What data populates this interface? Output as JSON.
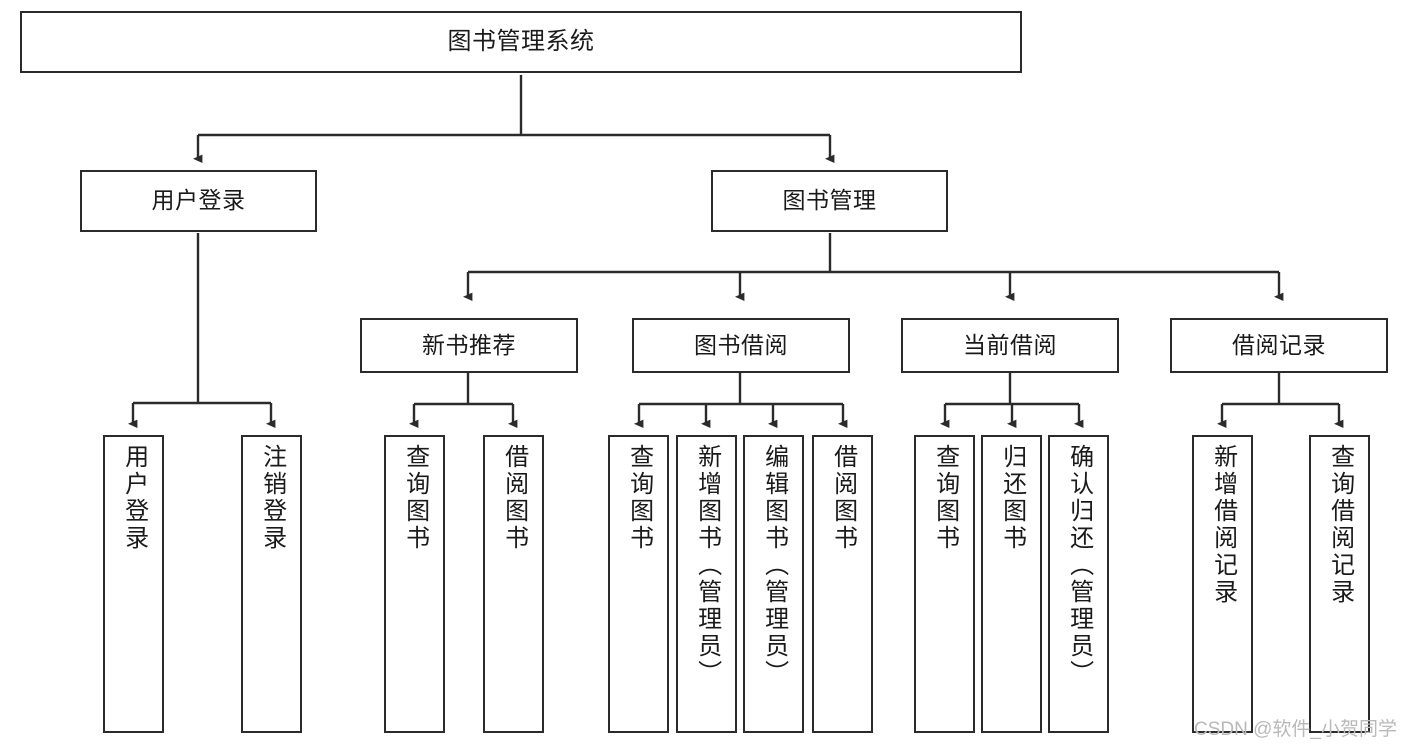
{
  "diagram": {
    "title": "图书管理系统",
    "type": "tree-hierarchy-chart",
    "colors": {
      "node_border": "#2b2b2b",
      "node_fill": "#ffffff",
      "edge": "#2b2b2b",
      "text": "#1a1a1a",
      "watermark": "#b9b9b9",
      "background": "#ffffff"
    },
    "root": {
      "label": "图书管理系统"
    },
    "level2": [
      {
        "label": "用户登录"
      },
      {
        "label": "图书管理"
      }
    ],
    "level3": [
      {
        "label": "新书推荐"
      },
      {
        "label": "图书借阅"
      },
      {
        "label": "当前借阅"
      },
      {
        "label": "借阅记录"
      }
    ],
    "leaves": {
      "user_login": [
        {
          "label": "用户登录"
        },
        {
          "label": "注销登录"
        }
      ],
      "new_book_recommend": [
        {
          "label": "查询图书"
        },
        {
          "label": "借阅图书"
        }
      ],
      "book_borrow": [
        {
          "label": "查询图书"
        },
        {
          "label": "新增图书（管理员）"
        },
        {
          "label": "编辑图书（管理员）"
        },
        {
          "label": "借阅图书"
        }
      ],
      "current_borrow": [
        {
          "label": "查询图书"
        },
        {
          "label": "归还图书"
        },
        {
          "label": "确认归还（管理员）"
        }
      ],
      "borrow_record": [
        {
          "label": "新增借阅记录"
        },
        {
          "label": "查询借阅记录"
        }
      ]
    },
    "watermark": "CSDN @软件_小贺同学"
  }
}
